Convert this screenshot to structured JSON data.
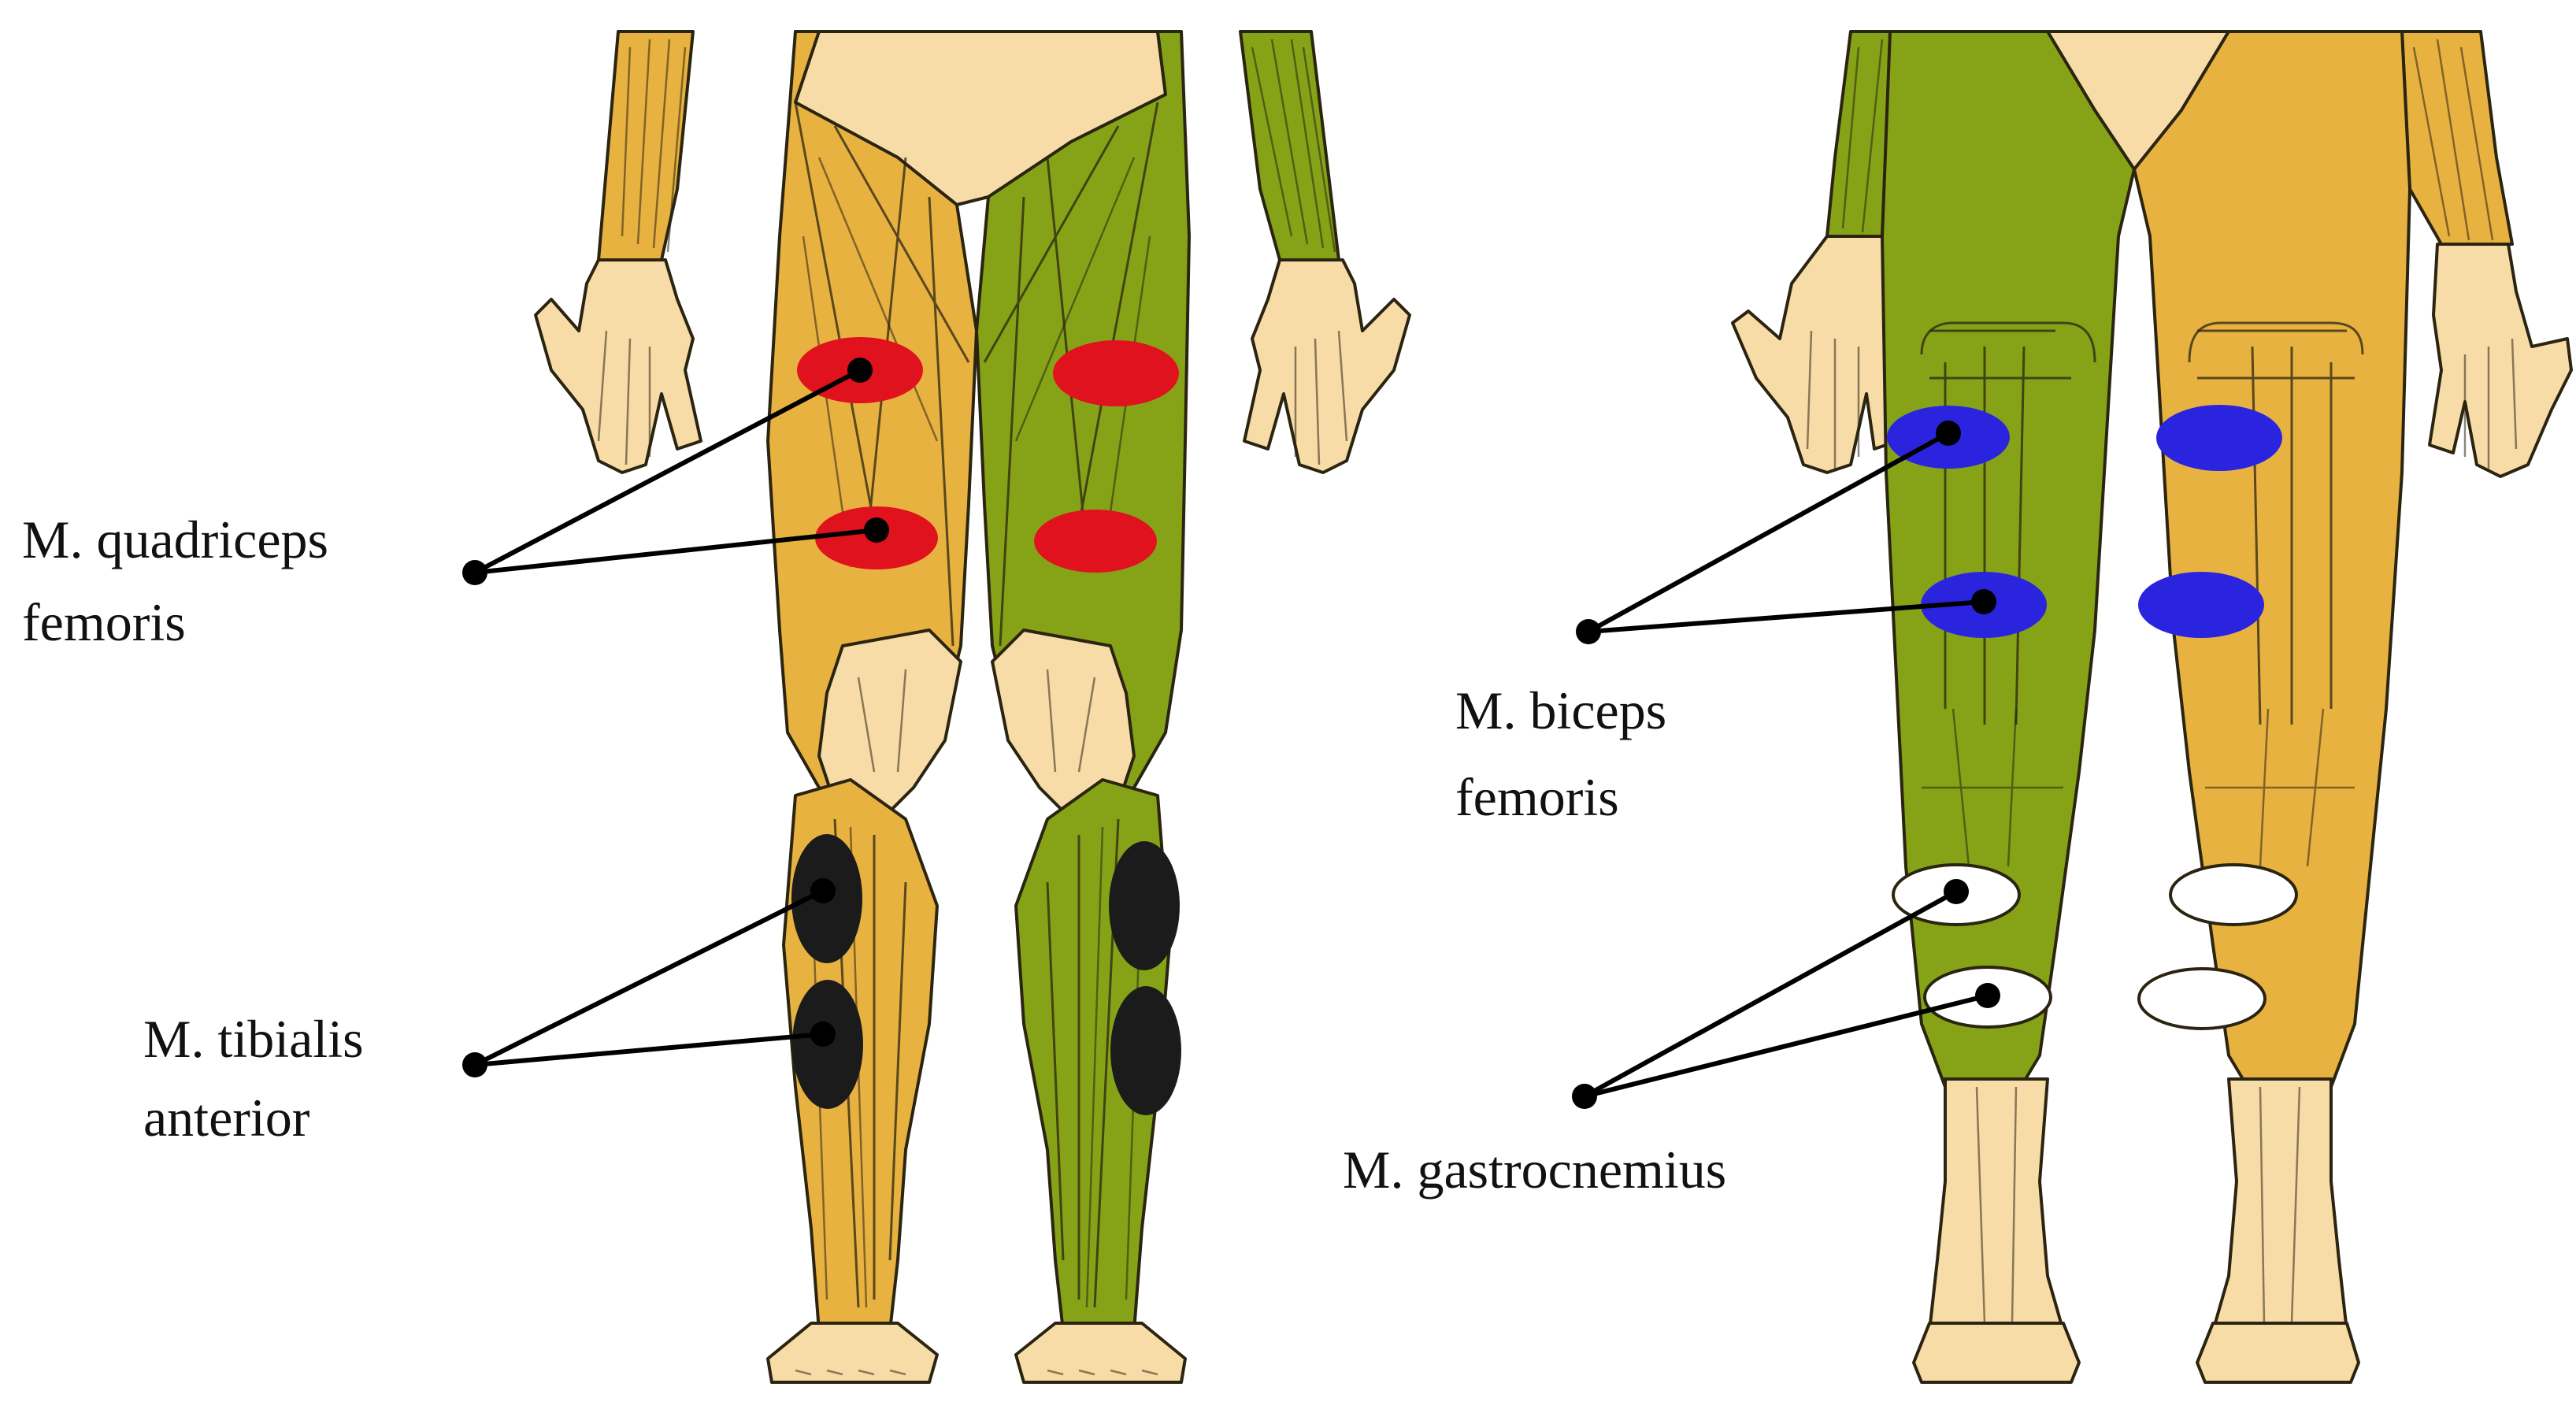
{
  "colors": {
    "orange": "#e8b241",
    "green": "#86a318",
    "skin": "#f8dca8",
    "red": "#e0121d",
    "blue": "#2a24de",
    "black": "#1b1b1b",
    "white": "#ffffff"
  },
  "labels": {
    "quadriceps_line1": "M. quadriceps",
    "quadriceps_line2": "femoris",
    "tibialis_line1": "M. tibialis",
    "tibialis_line2": "anterior",
    "biceps_line1": "M. biceps",
    "biceps_line2": "femoris",
    "gastrocnemius": "M. gastrocnemius"
  }
}
